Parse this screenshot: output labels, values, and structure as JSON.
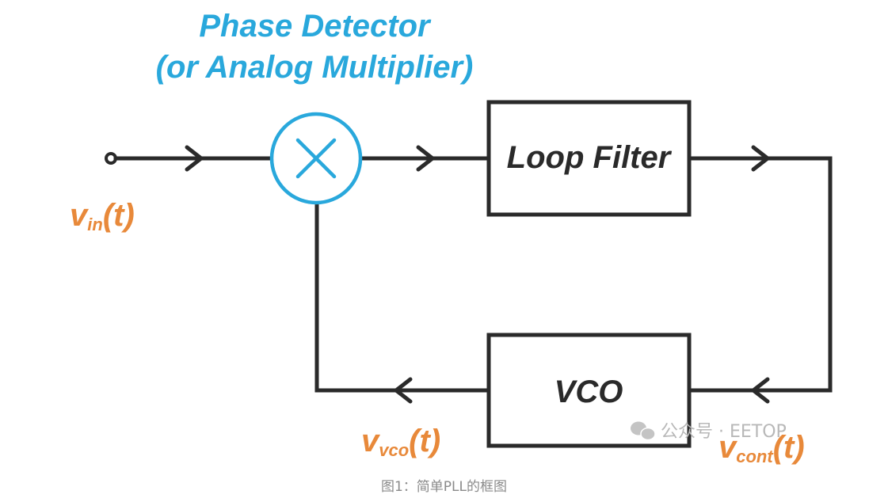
{
  "diagram": {
    "title_line1": "Phase Detector",
    "title_line2": "(or Analog Multiplier)",
    "blocks": {
      "loop_filter": "Loop Filter",
      "vco": "VCO",
      "phase_detector_symbol": "multiplier-x"
    },
    "signals": {
      "vin": {
        "main": "v",
        "sub": "in",
        "arg": "(t)"
      },
      "vvco": {
        "main": "v",
        "sub": "vco",
        "arg": "(t)"
      },
      "vcont": {
        "main": "v",
        "sub": "cont",
        "arg": "(t)"
      }
    },
    "colors": {
      "accent_blue": "#29a8dc",
      "signal_orange": "#e8893a",
      "line_dark": "#2a2a2a"
    }
  },
  "watermark": {
    "icon": "wechat-icon",
    "text": "公众号 · EETOP"
  },
  "caption": "图1：简单PLL的框图"
}
